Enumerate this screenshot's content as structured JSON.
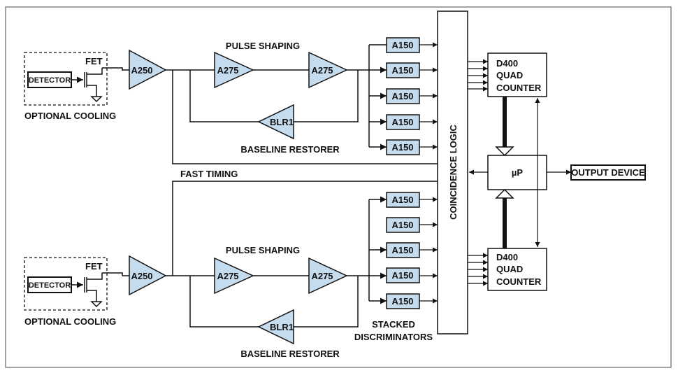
{
  "top": {
    "detector": "DETECTOR",
    "fet": "FET",
    "cooling": "OPTIONAL COOLING",
    "preamp": "A250",
    "shaping_title": "PULSE SHAPING",
    "shaper1": "A275",
    "shaper2": "A275",
    "restorer": "BLR1",
    "restorer_label": "BASELINE RESTORER",
    "discriminators": [
      "A150",
      "A150",
      "A150",
      "A150",
      "A150"
    ]
  },
  "bottom": {
    "detector": "DETECTOR",
    "fet": "FET",
    "cooling": "OPTIONAL COOLING",
    "preamp": "A250",
    "shaping_title": "PULSE SHAPING",
    "shaper1": "A275",
    "shaper2": "A275",
    "restorer": "BLR1",
    "restorer_label": "BASELINE RESTORER",
    "discriminators": [
      "A150",
      "A150",
      "A150",
      "A150",
      "A150"
    ],
    "stacked_label_line1": "STACKED",
    "stacked_label_line2": "DISCRIMINATORS"
  },
  "fast_timing": "FAST TIMING",
  "coincidence": "COINCIDENCE LOGIC",
  "counter_top": [
    "D400",
    "QUAD",
    "COUNTER"
  ],
  "counter_bottom": [
    "D400",
    "QUAD",
    "COUNTER"
  ],
  "processor": "µP",
  "output": "OUTPUT DEVICE",
  "colors": {
    "block_fill": "#c5dcef",
    "line": "#111111",
    "frame": "#666666"
  }
}
